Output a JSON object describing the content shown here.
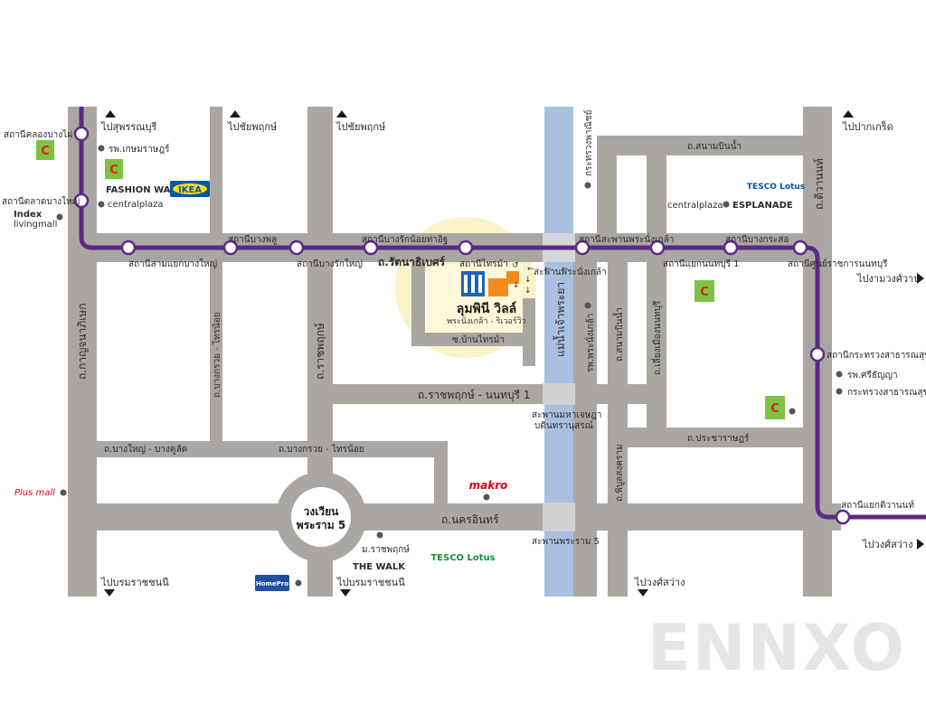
{
  "colors": {
    "road": "#aaa7a3",
    "river": "#a9c0e0",
    "rail": "#5b2a86",
    "highlight": "#fbf3c8",
    "project_orange": "#f08b1f",
    "project_blue": "#1e63b7"
  },
  "project": {
    "name": "ลุมพินี วิลล์",
    "subtitle": "พระนั่งเกล้า - ริเวอร์วิว"
  },
  "roads": {
    "ratanathibet": "ถ.รัตนาธิเบศร์",
    "ratchaphruek_nonthaburi1": "ถ.ราชพฤกษ์ - นนทบุรี 1",
    "nakhon_in": "ถ.นครอินทร์",
    "bang_yai_bang_khu_wat": "ถ.บางใหญ่ - บางคูลัด",
    "bang_kruai_sai_noi": "ถ.บางกรวย - ไทรน้อย",
    "kanchanaphisek": "ถ.กาญจนาภิเษก",
    "bang_kruai_sai_noi_v": "ถ.บางกรวย - ไทรน้อย",
    "ratchaphruek": "ถ.ราชพฤกษ์",
    "soi_bang_phai": "ซ.บ้านไทรม้า",
    "sanam_bin_nam": "ถ.สนามบินน้ำ",
    "tiwanon": "ถ.ติวานนท์",
    "prachanaruk": "ถ.ประชาราษฎร์",
    "phibun_songkhram": "ถ.พิบูลสงคราม",
    "sanam_bin_nam_v": "ถ.สนามบินน้ำ",
    "liang_mueang": "ถ.เลี่ยงเมืองนนทบุรี",
    "phra_nang_klao_soi": "รพ.พระนั่งเกล้า",
    "river": "แม่น้ำเจ้าพระยา"
  },
  "stations": {
    "khlong_bang_phai": "สถานีคลองบางไผ่",
    "talad_bang_yai": "สถานีตลาดบางใหญ่",
    "sam_yaek_bang_yai": "สถานีสามแยกบางใหญ่",
    "bang_phlu": "สถานีบางพลู",
    "bang_rak_yai": "สถานีบางรักใหญ่",
    "bang_rak_noi": "สถานีบางรักน้อยท่าอิฐ",
    "sai_ma": "สถานีไทรม้า",
    "phra_nang_klao": "สถานีสะพานพระนั่งเกล้า",
    "yaek_nonthaburi1": "สถานีแยกนนทบุรี 1",
    "bang_krasor": "สถานีบางกระสอ",
    "nonthaburi_civic": "สถานีศูนย์ราชการนนทบุรี",
    "ministry_health": "สถานีกระทรวงสาธารณสุข",
    "yaek_tiwanon": "สถานีแยกติวานนท์"
  },
  "bridges": {
    "phra_nang_klao": "สะพานพระนั่งเกล้า",
    "maha_chetsadabodin_1": "สะพานมหาเจษฎา",
    "maha_chetsadabodin_2": "บดินทรานุสรณ์",
    "rama5": "สะพานพระราม 5"
  },
  "circle": {
    "line1": "วงเวียน",
    "line2": "พระราม 5"
  },
  "directions": {
    "suphanburi": "ไปสุพรรณบุรี",
    "chaiyaphruek_1": "ไปชัยพฤกษ์",
    "chaiyaphruek_2": "ไปชัยพฤกษ์",
    "pakkret": "ไปปากเกร็ด",
    "ngam_wong_wan": "ไปงามวงศ์วาน",
    "wong_sawang_r": "ไปวงศ์สว่าง",
    "bangbuathong_1": "ไปบรมราชชนนี",
    "bangbuathong_2": "ไปบรมราชชนนี",
    "wong_sawang_b": "ไปวงศ์สว่าง"
  },
  "pois": {
    "kasemrad": "รพ.เกษมราษฎร์",
    "fashion_walk": "FASHION WALK",
    "ikea": "IKEA",
    "central_plaza_w": "centralplaza",
    "index_living_1": "Index",
    "index_living_2": "livingmall",
    "ministry_commerce": "กระทรวงพาณิชย์",
    "central_plaza_e": "centralplaza",
    "esplanade": "ESPLANADE",
    "tesco_lotus_e": "TESCO Lotus",
    "srithanya": "รพ.ศรีธัญญา",
    "ministry_public_health": "กระทรวงสาธารณสุข",
    "makro": "makro",
    "m_ratchaphruek": "ม.ราชพฤกษ์",
    "the_walk": "THE WALK",
    "tesco_lotus_s": "TESCO Lotus",
    "homepro": "HomePro",
    "plus_mall": "Plus mall",
    "big_c": "Big C"
  },
  "watermark": "ENNXO"
}
